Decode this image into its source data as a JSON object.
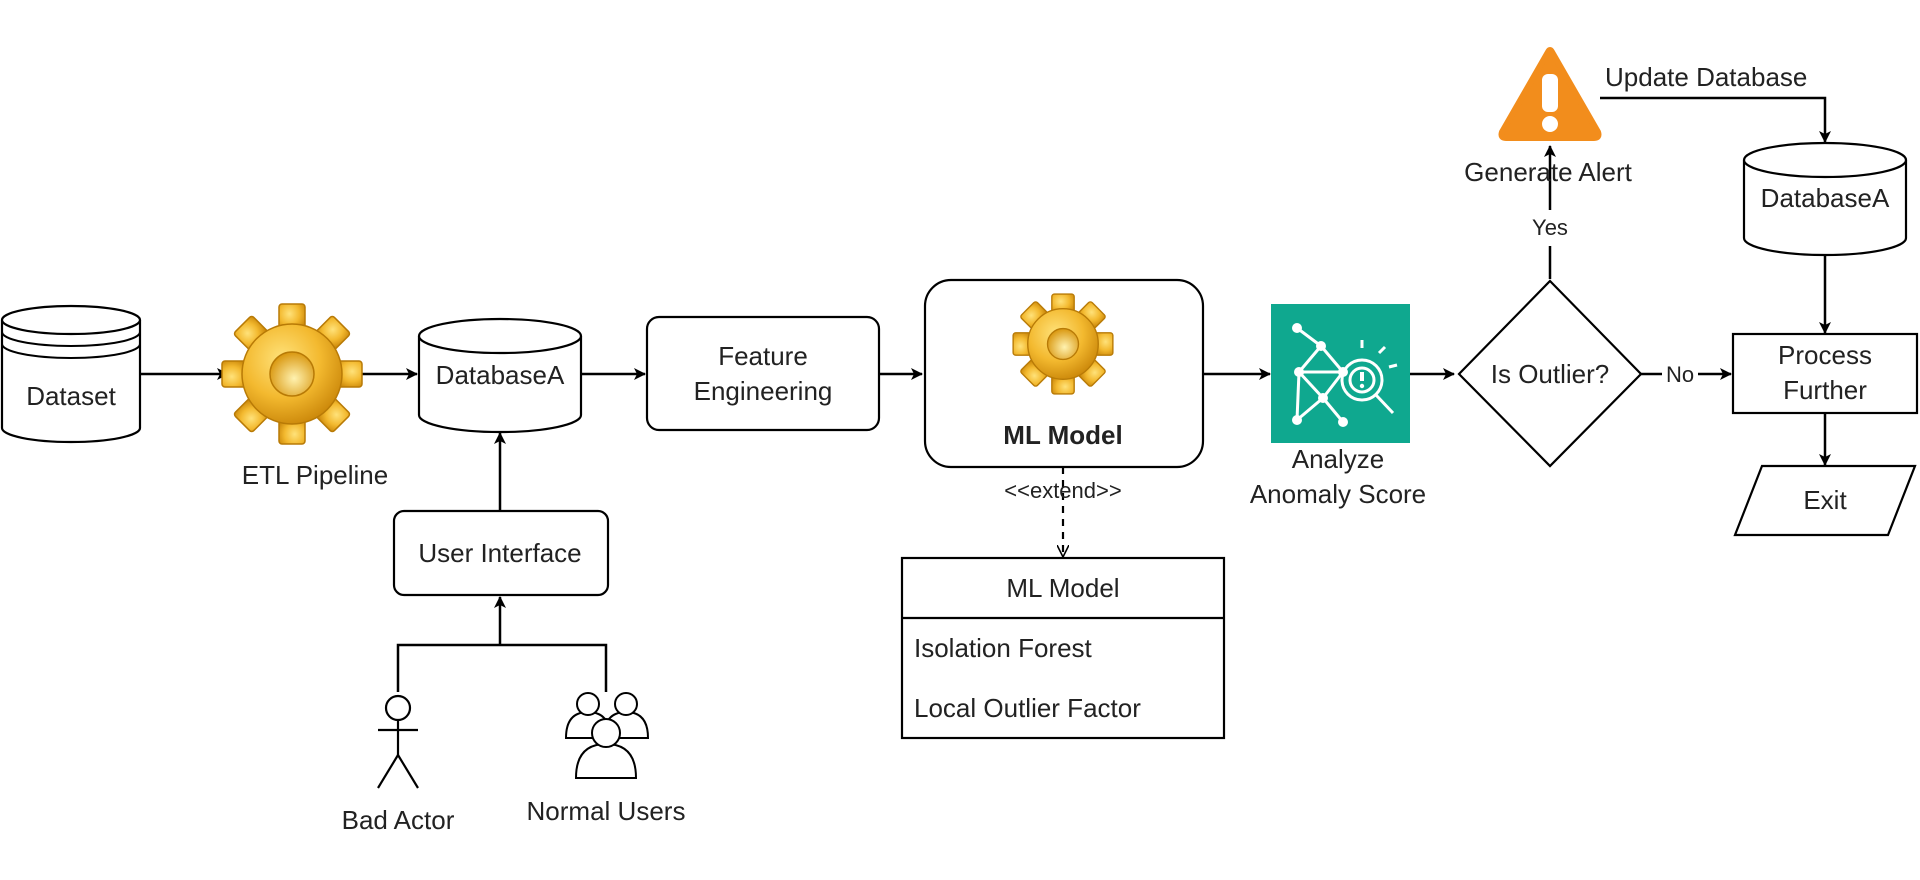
{
  "nodes": {
    "dataset": "Dataset",
    "etl": "ETL Pipeline",
    "database_main": "DatabaseA",
    "user_interface": "User Interface",
    "bad_actor": "Bad Actor",
    "normal_users": "Normal Users",
    "feature_engineering": [
      "Feature",
      "Engineering"
    ],
    "ml_model": "ML Model",
    "extend_label": "<<extend>>",
    "ml_model_class": {
      "title": "ML Model",
      "items": [
        "Isolation Forest",
        "Local Outlier Factor"
      ]
    },
    "analyze": [
      "Analyze",
      "Anomaly Score"
    ],
    "decision": "Is Outlier?",
    "generate_alert": "Generate Alert",
    "update_database": "Update Database",
    "database_alert": "DatabaseA",
    "process_further": [
      "Process",
      "Further"
    ],
    "exit": "Exit"
  },
  "edges": {
    "yes": "Yes",
    "no": "No"
  },
  "colors": {
    "gear_gold": "#f3b92f",
    "analyze_teal": "#0fa88f",
    "alert_orange": "#f28d1c"
  },
  "icons": [
    "gear-icon",
    "anomaly-network-icon",
    "warning-icon",
    "actor-icon",
    "users-group-icon"
  ]
}
